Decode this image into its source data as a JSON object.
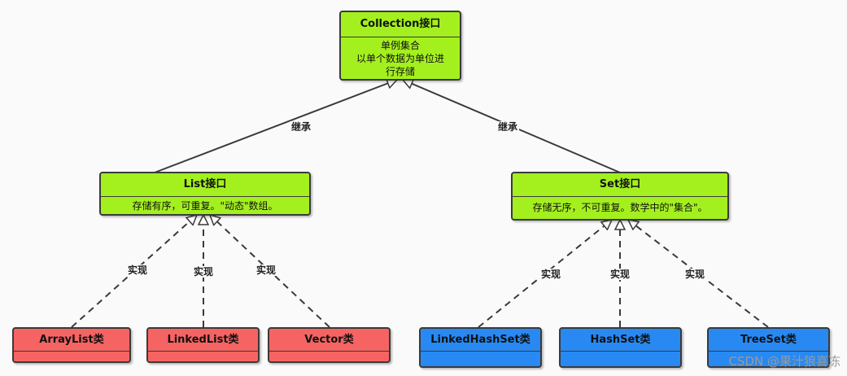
{
  "nodes": {
    "collection": {
      "title": "Collection接口",
      "lines": [
        "单例集合",
        "以单个数据为单位进",
        "行存储"
      ]
    },
    "list": {
      "title": "List接口",
      "lines": [
        "存储有序，可重复。\"动态\"数组。"
      ]
    },
    "set": {
      "title": "Set接口",
      "lines": [
        "存储无序，不可重复。数学中的\"集合\"。"
      ]
    },
    "arraylist": {
      "title": "ArrayList类"
    },
    "linkedlist": {
      "title": "LinkedList类"
    },
    "vector": {
      "title": "Vector类"
    },
    "linkedhashset": {
      "title": "LinkedHashSet类"
    },
    "hashset": {
      "title": "HashSet类"
    },
    "treeset": {
      "title": "TreeSet类"
    }
  },
  "edges": {
    "inherit_label": "继承",
    "implement_label": "实现"
  },
  "colors": {
    "interface": "#a4f01e",
    "list_impl": "#f56463",
    "set_impl": "#2889f2",
    "line": "#3a3a3a"
  },
  "watermark": "CSDN @果汁狼喜冻"
}
